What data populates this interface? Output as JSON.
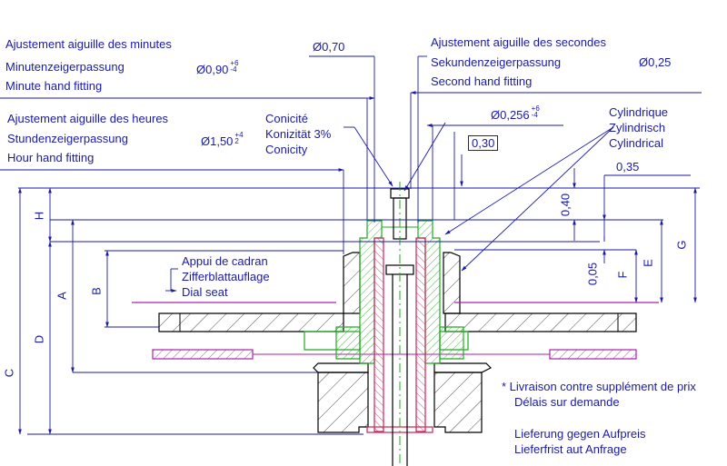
{
  "minute_fit": {
    "fr": "Ajustement aiguille des minutes",
    "de": "Minutenzeigerpassung",
    "en": "Minute hand fitting",
    "diameter": "Ø0,90",
    "tol_upper": "+6",
    "tol_lower": "-4",
    "shaft_diameter": "Ø0,70"
  },
  "second_fit": {
    "fr": "Ajustement aiguille des secondes",
    "de": "Sekundenzeigerpassung",
    "en": "Second hand fitting",
    "diameter": "Ø0,25"
  },
  "hour_fit": {
    "fr": "Ajustement aiguille des heures",
    "de": "Stundenzeigerpassung",
    "en": "Hour hand fitting",
    "diameter": "Ø1,50",
    "tol_upper": "+4",
    "tol_lower": "2"
  },
  "conicity": {
    "fr": "Conicité",
    "de": "Konizität 3%",
    "en": "Conicity"
  },
  "cylindrical": {
    "fr": "Cylindrique",
    "de": "Zylindrisch",
    "en": "Cylindrical"
  },
  "dim_0256": {
    "value": "Ø0,256",
    "tol_upper": "+6",
    "tol_lower": "-4"
  },
  "dim_030": "0,30",
  "dim_035": "0,35",
  "dim_040": "0,40",
  "dim_005": "0,05",
  "dial_seat": {
    "fr": "Appui de cadran",
    "de": "Zifferblattauflage",
    "en": "Dial seat"
  },
  "letters": {
    "H": "H",
    "A": "A",
    "B": "B",
    "C": "C",
    "D": "D",
    "E": "E",
    "F": "F",
    "G": "G"
  },
  "note": {
    "fr_1": "* Livraison contre supplément de prix",
    "fr_2": "Délais sur demande",
    "de_1": "Lieferung gegen Aufpreis",
    "de_2": "Lieferfrist aut Anfrage"
  },
  "colors": {
    "dimension": "#1a1aa6",
    "part_outline": "#000000",
    "green_part": "#22aa22",
    "red_part": "#cc2255",
    "purple_part": "#aa22aa"
  }
}
